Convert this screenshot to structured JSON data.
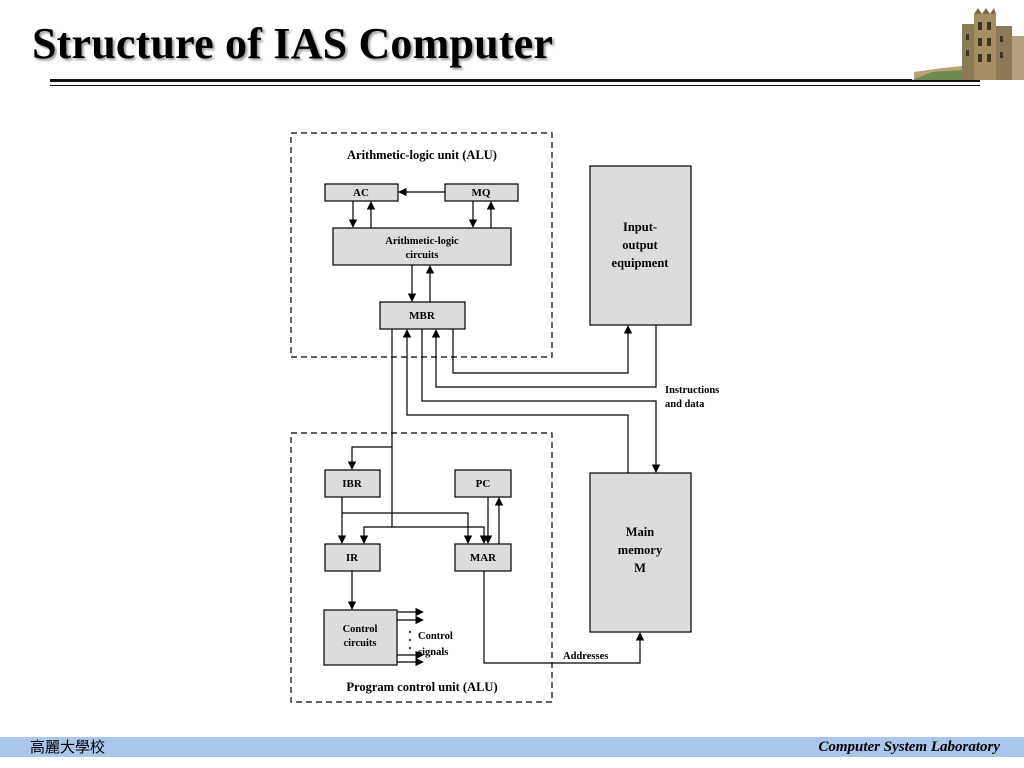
{
  "slide": {
    "title": "Structure of IAS Computer",
    "footer_left": "高麗大學校",
    "footer_right": "Computer System Laboratory"
  },
  "diagram": {
    "alu_title": "Arithmetic-logic unit (ALU)",
    "pcu_title": "Program control unit (ALU)",
    "ac": "AC",
    "mq": "MQ",
    "alc_line1": "Arithmetic-logic",
    "alc_line2": "circuits",
    "mbr": "MBR",
    "io_line1": "Input-",
    "io_line2": "output",
    "io_line3": "equipment",
    "instr_line1": "Instructions",
    "instr_line2": "and data",
    "ibr": "IBR",
    "pc": "PC",
    "ir": "IR",
    "mar": "MAR",
    "mem_line1": "Main",
    "mem_line2": "memory",
    "mem_line3": "M",
    "cc_line1": "Control",
    "cc_line2": "circuits",
    "cs_line1": "Control",
    "cs_line2": "signals",
    "addresses": "Addresses"
  }
}
